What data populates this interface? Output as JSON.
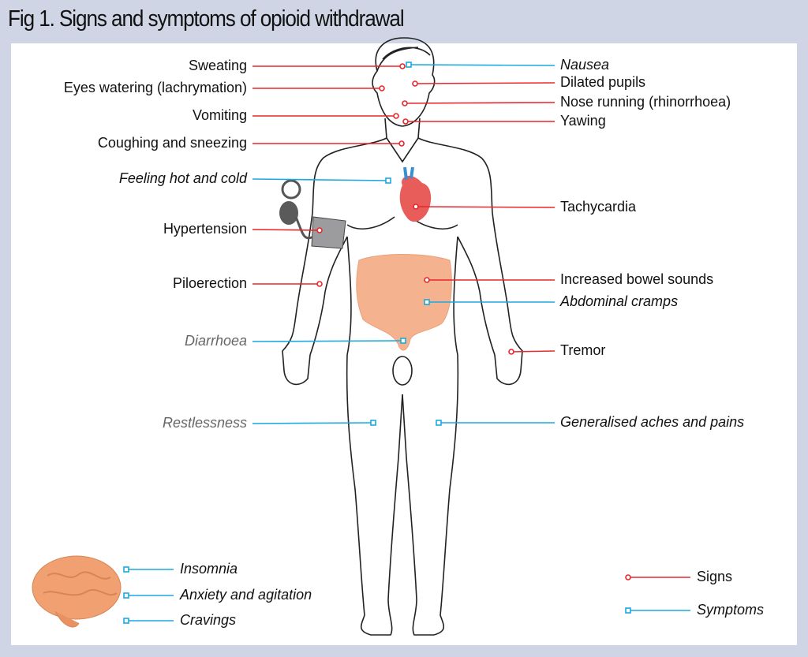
{
  "title": "Fig 1. Signs and symptoms of opioid withdrawal",
  "colors": {
    "sign": "#e8262b",
    "symptom": "#1aa9e0",
    "background": "#cfd5e4"
  },
  "left_labels": [
    {
      "text": "Sweating",
      "type": "sign"
    },
    {
      "text": "Eyes watering (lachrymation)",
      "type": "sign"
    },
    {
      "text": "Vomiting",
      "type": "sign"
    },
    {
      "text": "Coughing and sneezing",
      "type": "sign"
    },
    {
      "text": "Feeling hot and cold",
      "type": "symptom"
    },
    {
      "text": "Hypertension",
      "type": "sign"
    },
    {
      "text": "Piloerection",
      "type": "sign"
    },
    {
      "text": "Diarrhoea",
      "type": "symptom"
    },
    {
      "text": "Restlessness",
      "type": "symptom"
    }
  ],
  "right_labels": [
    {
      "text": "Nausea",
      "type": "symptom"
    },
    {
      "text": "Dilated pupils",
      "type": "sign"
    },
    {
      "text": "Nose running (rhinorrhoea)",
      "type": "sign"
    },
    {
      "text": "Yawing",
      "type": "sign"
    },
    {
      "text": "Tachycardia",
      "type": "sign"
    },
    {
      "text": "Increased bowel sounds",
      "type": "sign"
    },
    {
      "text": "Abdominal cramps",
      "type": "symptom"
    },
    {
      "text": "Tremor",
      "type": "sign"
    },
    {
      "text": "Generalised aches and pains",
      "type": "symptom"
    }
  ],
  "brain_labels": [
    {
      "text": "Insomnia",
      "type": "symptom"
    },
    {
      "text": "Anxiety and agitation",
      "type": "symptom"
    },
    {
      "text": "Cravings",
      "type": "symptom"
    }
  ],
  "legend": {
    "signs": "Signs",
    "symptoms": "Symptoms"
  }
}
